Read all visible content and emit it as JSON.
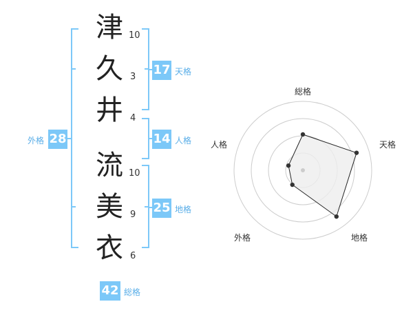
{
  "name": {
    "characters": [
      {
        "char": "津",
        "strokes": "10"
      },
      {
        "char": "久",
        "strokes": "3"
      },
      {
        "char": "井",
        "strokes": "4"
      },
      {
        "char": "流",
        "strokes": "10"
      },
      {
        "char": "美",
        "strokes": "9"
      },
      {
        "char": "衣",
        "strokes": "6"
      }
    ]
  },
  "fortunes": {
    "tenkaku": {
      "value": "17",
      "label": "天格"
    },
    "jinkaku": {
      "value": "14",
      "label": "人格"
    },
    "chikaku": {
      "value": "25",
      "label": "地格"
    },
    "gaikaku": {
      "value": "28",
      "label": "外格"
    },
    "soukaku": {
      "value": "42",
      "label": "総格"
    }
  },
  "chart_data": {
    "type": "radar",
    "axes": [
      "総格",
      "天格",
      "地格",
      "外格",
      "人格"
    ],
    "values": [
      0.52,
      0.82,
      0.83,
      0.26,
      0.22
    ],
    "max": 1,
    "rings": 4
  },
  "colors": {
    "bracket": "#7cc8f8",
    "badge": "#7cc8f8",
    "badge_label": "#5aaee8",
    "radar_fill": "#eeeeee",
    "radar_stroke": "#222222"
  }
}
